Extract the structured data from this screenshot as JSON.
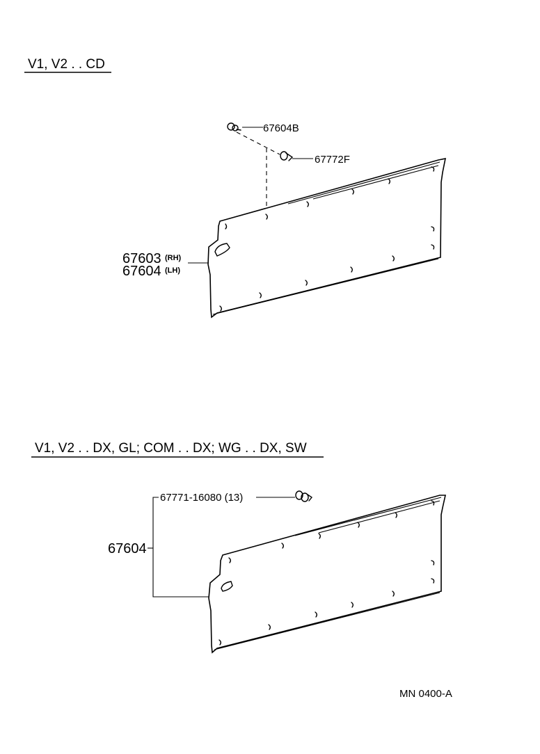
{
  "section1": {
    "header": "V1, V2 . . CD",
    "callouts": {
      "clip_b": "67604B",
      "clip_f": "67772F",
      "panel_rh_no": "67603",
      "panel_rh_tag": "(RH)",
      "panel_lh_no": "67604",
      "panel_lh_tag": "(LH)"
    }
  },
  "section2": {
    "header": "V1, V2 . . DX, GL; COM . . DX; WG . . DX, SW",
    "callouts": {
      "clip": "67771-16080 (13)",
      "panel": "67604"
    }
  },
  "footer": {
    "code": "MN  0400-A"
  }
}
